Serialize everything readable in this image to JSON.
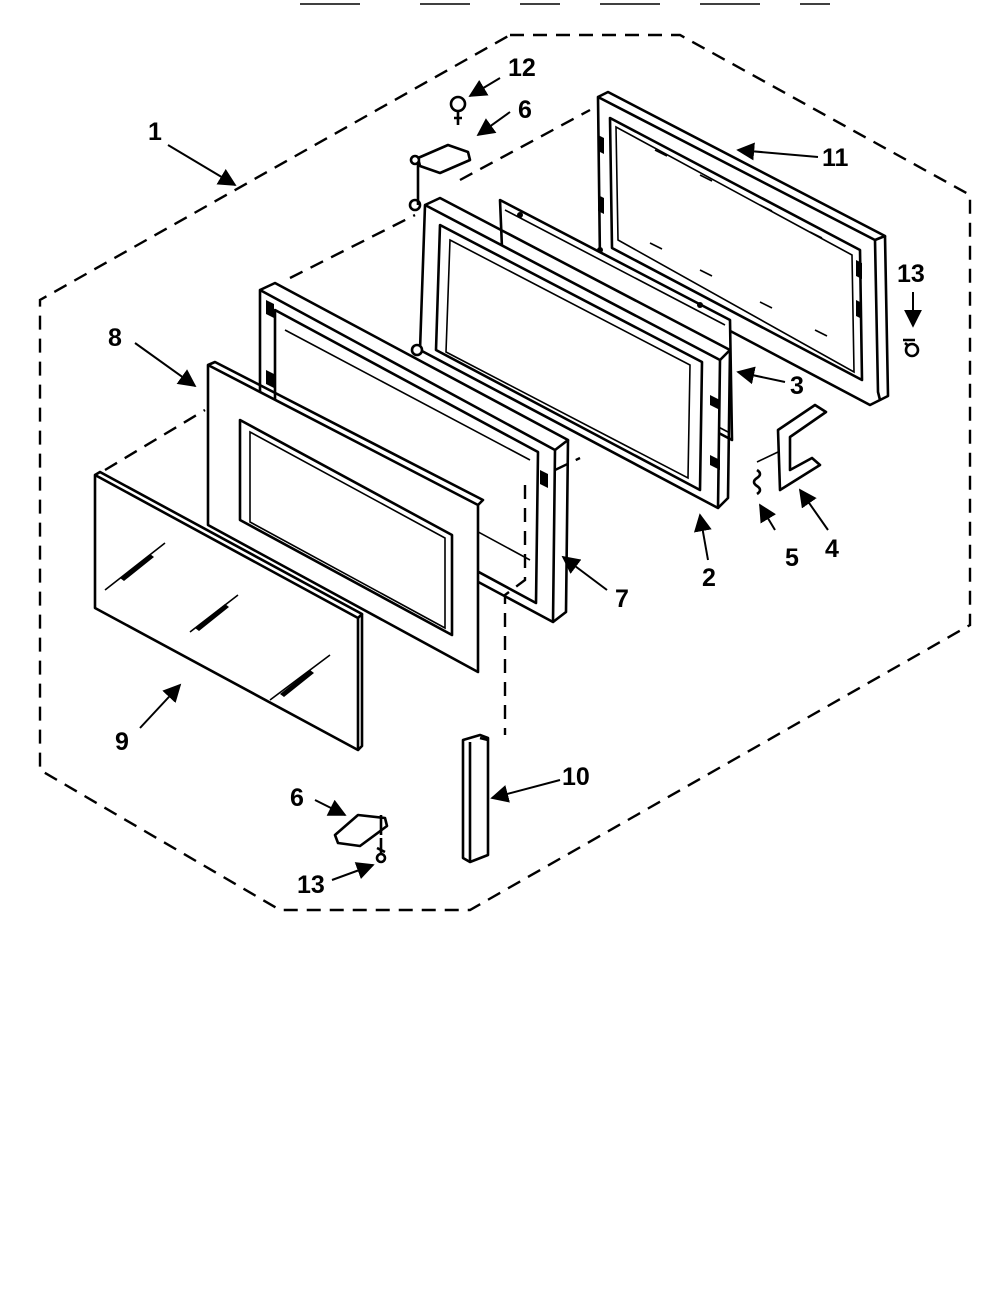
{
  "diagram": {
    "callouts": [
      {
        "id": "c1",
        "label": "1"
      },
      {
        "id": "c2",
        "label": "2"
      },
      {
        "id": "c3",
        "label": "3"
      },
      {
        "id": "c4",
        "label": "4"
      },
      {
        "id": "c5",
        "label": "5"
      },
      {
        "id": "c6a",
        "label": "6"
      },
      {
        "id": "c6b",
        "label": "6"
      },
      {
        "id": "c7",
        "label": "7"
      },
      {
        "id": "c8",
        "label": "8"
      },
      {
        "id": "c9",
        "label": "9"
      },
      {
        "id": "c10",
        "label": "10"
      },
      {
        "id": "c11",
        "label": "11"
      },
      {
        "id": "c12",
        "label": "12"
      },
      {
        "id": "c13a",
        "label": "13"
      },
      {
        "id": "c13b",
        "label": "13"
      }
    ]
  }
}
